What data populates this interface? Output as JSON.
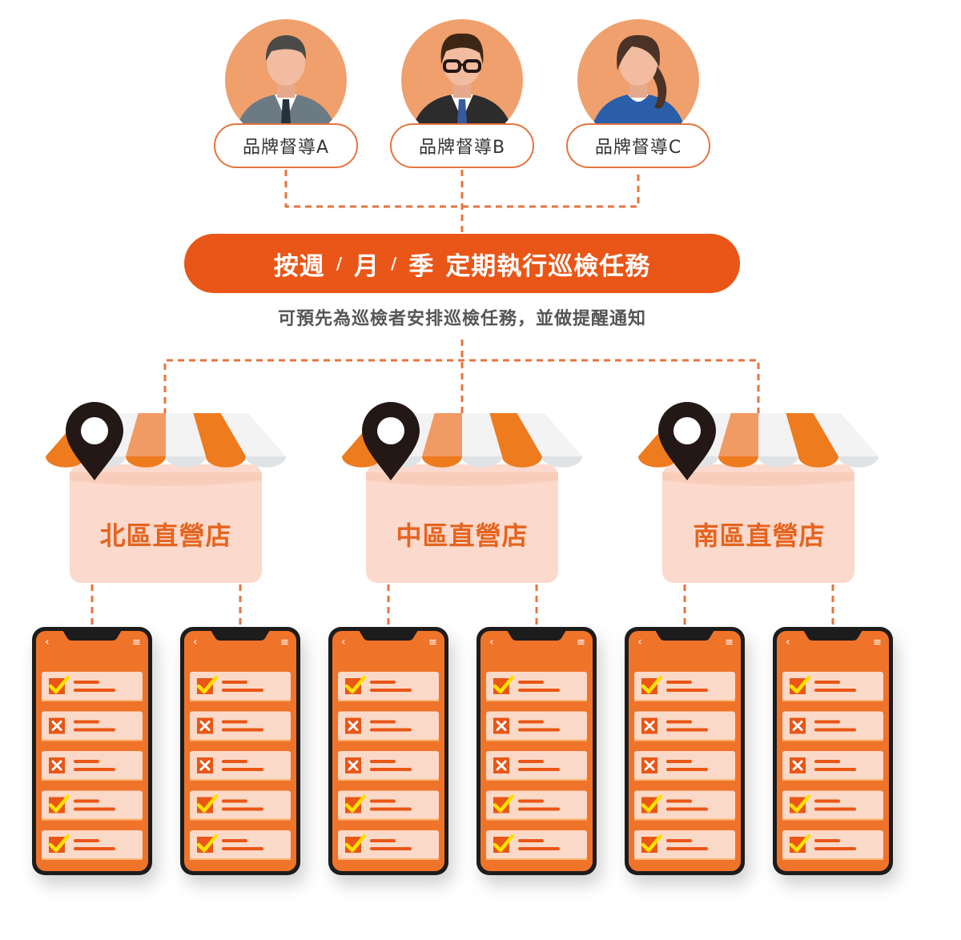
{
  "supervisors": [
    {
      "label": "品牌督導A",
      "avatar": "man-suit-icon"
    },
    {
      "label": "品牌督導B",
      "avatar": "man-glasses-icon"
    },
    {
      "label": "品牌督導C",
      "avatar": "woman-icon"
    }
  ],
  "banner": {
    "part1": "按週",
    "sep": "/",
    "part2": "月",
    "part3": "季",
    "part4": "定期執行巡檢任務"
  },
  "subtitle": "可預先為巡檢者安排巡檢任務，並做提醒通知",
  "stores": [
    {
      "label": "北區直營店"
    },
    {
      "label": "中區直營店"
    },
    {
      "label": "南區直營店"
    }
  ],
  "phone": {
    "back_glyph": "‹",
    "menu_glyph": "≡",
    "checklist": [
      "pass",
      "fail",
      "fail",
      "pass",
      "pass"
    ]
  },
  "colors": {
    "accent": "#e95617",
    "avatar_bg": "#f0a06d",
    "phone_body": "#f0732a",
    "item_bg": "#fbd9c8",
    "store_bg": "#fbd9cc",
    "pin": "#231815"
  }
}
